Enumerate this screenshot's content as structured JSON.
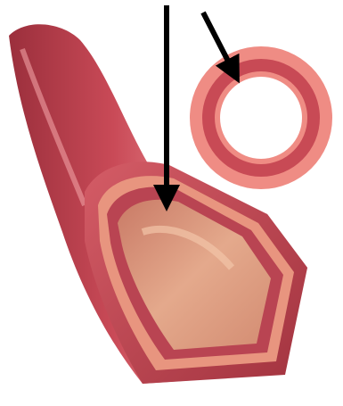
{
  "diagram": {
    "subject": "blood-vessel-cross-section",
    "parts": [
      {
        "id": "vessel-tube",
        "kind": "illustration"
      },
      {
        "id": "vessel-cut-face",
        "kind": "illustration"
      },
      {
        "id": "vessel-lumen",
        "kind": "illustration"
      },
      {
        "id": "ring-cross-section",
        "kind": "illustration"
      }
    ],
    "arrows": [
      {
        "id": "arrow-to-lumen",
        "points_to": "vessel-lumen"
      },
      {
        "id": "arrow-to-ring",
        "points_to": "ring-cross-section"
      }
    ]
  },
  "colors": {
    "outer_wall": "#c24a55",
    "wall_highlight": "#e58a8a",
    "wall_shadow": "#8c2b35",
    "inner_layer": "#e8957f",
    "lumen": "#d99a80",
    "lumen_light": "#f0c2a6",
    "ring_outer": "#ef8c84",
    "ring_middle": "#c84a55",
    "arrow": "#000000"
  }
}
